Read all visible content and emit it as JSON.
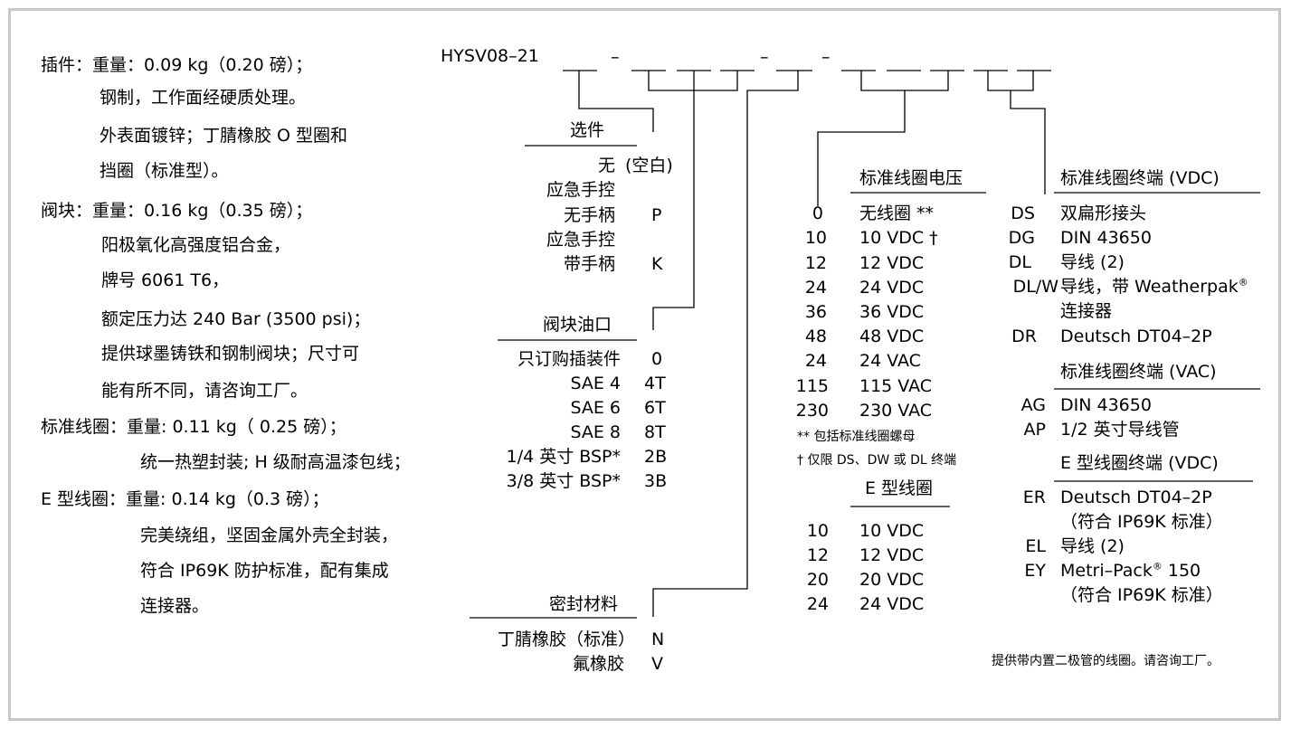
{
  "left_specs": {
    "cartridge_head": "插件：重量：0.09 kg（0.20 磅）；",
    "cartridge_l1": "钢制，工作面经硬质处理。",
    "cartridge_l2": "外表面镀锌；丁腈橡胶 O 型圈和",
    "cartridge_l3": "挡圈（标准型）。",
    "body_head": "阀块：重量：0.16 kg（0.35 磅）；",
    "body_l1": "阳极氧化高强度铝合金，",
    "body_l2": "牌号 6061 T6，",
    "body_l3": "额定压力达 240 Bar (3500 psi)；",
    "body_l4": "提供球墨铸铁和钢制阀块；尺寸可",
    "body_l5": "能有所不同，请咨询工厂。",
    "coil_head": "标准线圈：重量: 0.11 kg（ 0.25 磅）；",
    "coil_l1": "统一热塑封装; H 级耐高温漆包线；",
    "ecoil_head": "E 型线圈：重量: 0.14 kg（0.3 磅）；",
    "ecoil_l1": "完美绕组，坚固金属外壳全封装，",
    "ecoil_l2": "符合 IP69K 防护标准，配有集成",
    "ecoil_l3": "连接器。"
  },
  "model_code": "HYSV08–21",
  "dashes": [
    "–",
    "–",
    "–"
  ],
  "options": {
    "title": "选件",
    "items": [
      {
        "label": "无",
        "code": "(空白)"
      },
      {
        "label": "应急手控",
        "code": ""
      },
      {
        "label": "无手柄",
        "code": "P"
      },
      {
        "label": "应急手控",
        "code": ""
      },
      {
        "label": "带手柄",
        "code": "K"
      }
    ]
  },
  "ports": {
    "title": "阀块油口",
    "items": [
      {
        "label": "只订购插装件",
        "code": "0"
      },
      {
        "label": "SAE 4",
        "code": "4T"
      },
      {
        "label": "SAE 6",
        "code": "6T"
      },
      {
        "label": "SAE 8",
        "code": "8T"
      },
      {
        "label": "1/4 英寸 BSP*",
        "code": "2B"
      },
      {
        "label": "3/8 英寸 BSP*",
        "code": "3B"
      }
    ]
  },
  "seals": {
    "title": "密封材料",
    "items": [
      {
        "label": "丁腈橡胶（标准）",
        "code": "N"
      },
      {
        "label": "氟橡胶",
        "code": "V"
      }
    ]
  },
  "std_voltage": {
    "title": "标准线圈电压",
    "items": [
      {
        "code": "0",
        "label": "无线圈 **"
      },
      {
        "code": "10",
        "label": "10 VDC †"
      },
      {
        "code": "12",
        "label": "12 VDC"
      },
      {
        "code": "24",
        "label": "24 VDC"
      },
      {
        "code": "36",
        "label": "36 VDC"
      },
      {
        "code": "48",
        "label": "48 VDC"
      },
      {
        "code": "24",
        "label": "24 VAC"
      },
      {
        "code": "115",
        "label": "115 VAC"
      },
      {
        "code": "230",
        "label": "230 VAC"
      }
    ],
    "note1": "** 包括标准线圈螺母",
    "note2": "† 仅限 DS、DW 或 DL 终端"
  },
  "e_voltage": {
    "title": "E 型线圈",
    "items": [
      {
        "code": "10",
        "label": "10 VDC"
      },
      {
        "code": "12",
        "label": "12 VDC"
      },
      {
        "code": "20",
        "label": "20 VDC"
      },
      {
        "code": "24",
        "label": "24 VDC"
      }
    ]
  },
  "term_vdc": {
    "title": "标准线圈终端 (VDC)",
    "items": [
      {
        "code": "DS",
        "label": "双扁形接头"
      },
      {
        "code": "DG",
        "label": "DIN 43650"
      },
      {
        "code": "DL",
        "label": "导线 (2)"
      },
      {
        "code": "DL/W",
        "label": "导线，带 Weatherpak"
      },
      {
        "code": "",
        "label": "连接器"
      },
      {
        "code": "DR",
        "label": "Deutsch DT04–2P"
      }
    ],
    "reg": "®"
  },
  "term_vac": {
    "title": "标准线圈终端 (VAC)",
    "items": [
      {
        "code": "AG",
        "label": "DIN 43650"
      },
      {
        "code": "AP",
        "label": "1/2 英寸导线管"
      }
    ]
  },
  "term_e": {
    "title": "E 型线圈终端 (VDC)",
    "items": [
      {
        "code": "ER",
        "label": "Deutsch DT04–2P"
      },
      {
        "code": "",
        "label": "（符合 IP69K 标准）"
      },
      {
        "code": "EL",
        "label": "导线 (2)"
      },
      {
        "code": "EY",
        "label": "Metri–Pack"
      },
      {
        "code": "",
        "label": "（符合 IP69K 标准）"
      }
    ],
    "ey_suffix": " 150",
    "reg": "®"
  },
  "footnote": "提供带内置二极管的线圈。请咨询工厂。"
}
